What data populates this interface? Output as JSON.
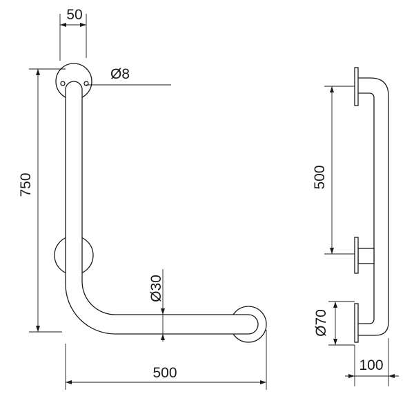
{
  "drawing": {
    "front_view": {
      "dim_plate_width": "50",
      "dim_hole_diameter": "Ø8",
      "dim_height": "750",
      "dim_tube_diameter": "Ø30",
      "dim_length": "500"
    },
    "side_view": {
      "dim_spacing": "500",
      "dim_flange_diameter": "Ø70",
      "dim_projection": "100"
    }
  }
}
